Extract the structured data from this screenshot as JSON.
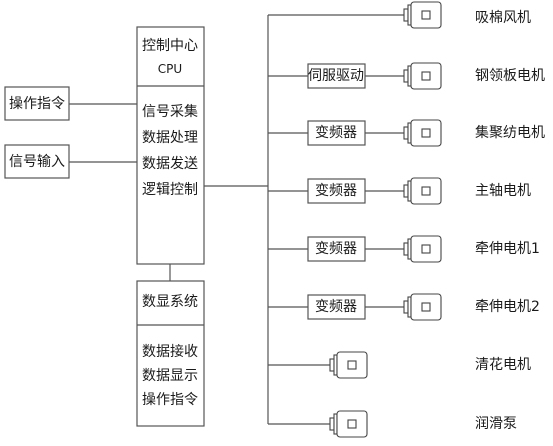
{
  "input_boxes": [
    {
      "id": "cmd",
      "label": "操作指令"
    },
    {
      "id": "sig",
      "label": "信号输入"
    }
  ],
  "control_center": {
    "title": "控制中心",
    "subtitle": "CPU",
    "functions": [
      "信号采集",
      "数据处理",
      "数据发送",
      "逻辑控制"
    ]
  },
  "display_system": {
    "title": "数显系统",
    "functions": [
      "数据接收",
      "数据显示",
      "操作指令"
    ]
  },
  "drivers": [
    {
      "label": "伺服驱动"
    },
    {
      "label": "变频器"
    },
    {
      "label": "变频器"
    },
    {
      "label": "变频器"
    },
    {
      "label": "变频器"
    }
  ],
  "loads": [
    {
      "label": "吸棉风机"
    },
    {
      "label": "钢领板电机"
    },
    {
      "label": "集聚纺电机"
    },
    {
      "label": "主轴电机"
    },
    {
      "label": "牵伸电机1"
    },
    {
      "label": "牵伸电机2"
    },
    {
      "label": "清花电机"
    },
    {
      "label": "润滑泵"
    }
  ],
  "style": {
    "line_color": "#555555",
    "box_border": "#333333",
    "text_color": "#1a1a1a"
  }
}
